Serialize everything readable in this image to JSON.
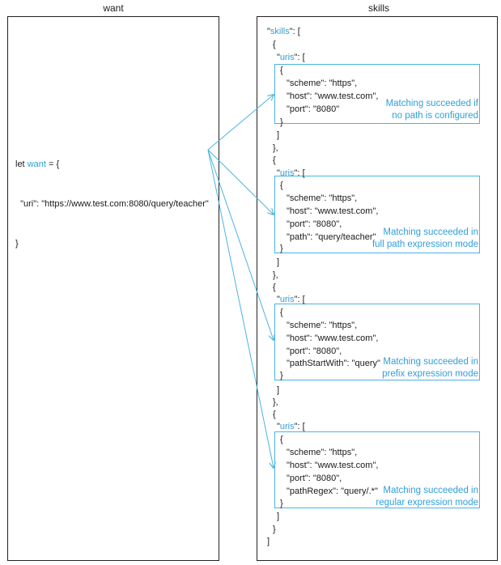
{
  "left": {
    "title": "want",
    "code": {
      "l1_pre": "let ",
      "l1_kw": "want",
      "l1_post": " = {",
      "l2": "  \"uri\": \"https://www.test.com:8080/query/teacher\"",
      "l3": "}"
    }
  },
  "right": {
    "title": "skills",
    "open_line": {
      "q": "\"",
      "kw": "skills",
      "rest": "\": ["
    },
    "close_line": "]",
    "blocks": [
      {
        "fields": [
          "\"scheme\": \"https\",",
          "\"host\": \"www.test.com\",",
          "\"port\": \"8080\""
        ],
        "note": "Matching succeeded if\nno path is configured"
      },
      {
        "fields": [
          "\"scheme\": \"https\",",
          "\"host\": \"www.test.com\",",
          "\"port\": \"8080\",",
          "\"path\": \"query/teacher\""
        ],
        "note": "Matching succeeded in\nfull path expression mode"
      },
      {
        "fields": [
          "\"scheme\": \"https\",",
          "\"host\": \"www.test.com\",",
          "\"port\": \"8080\",",
          "\"pathStartWith\": \"query\""
        ],
        "note": "Matching succeeded in\nprefix expression mode"
      },
      {
        "fields": [
          "\"scheme\": \"https\",",
          "\"host\": \"www.test.com\",",
          "\"port\": \"8080\",",
          "\"pathRegex\": \"query/.*\""
        ],
        "note": "Matching succeeded in\nregular expression mode"
      }
    ],
    "uris_line": {
      "q": "\"",
      "kw": "uris",
      "rest": "\": ["
    },
    "brace_open": "{",
    "brace_close": "}",
    "brace_close_comma": "},",
    "bracket_close": "]"
  },
  "colors": {
    "accent": "#2f9fd8",
    "border": "#222222"
  }
}
